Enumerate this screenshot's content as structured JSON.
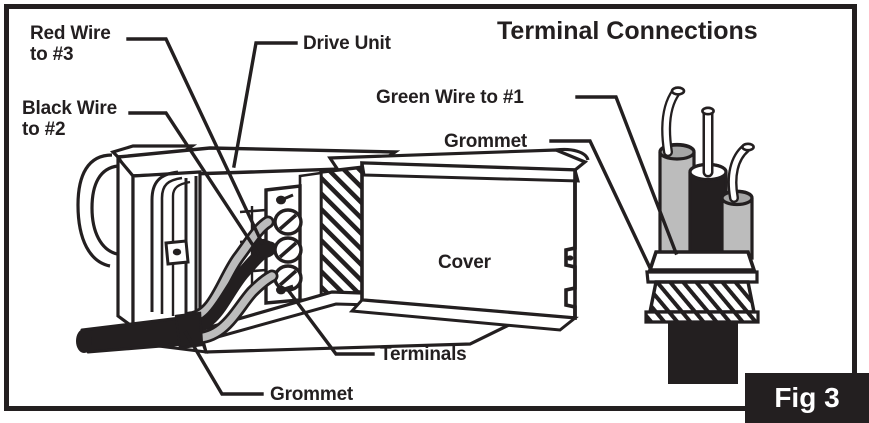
{
  "figure": {
    "title": "Terminal Connections",
    "fig_number": "Fig 3",
    "border_color": "#231f20",
    "background_color": "#ffffff",
    "wire_gray": "#bcbcbc",
    "wire_black": "#231f20"
  },
  "labels": {
    "red_wire": "Red Wire\nto #3",
    "black_wire": "Black Wire\nto #2",
    "drive_unit": "Drive Unit",
    "green_wire": "Green Wire to #1",
    "grommet_right": "Grommet",
    "cover": "Cover",
    "terminals": "Terminals",
    "grommet_bottom": "Grommet"
  },
  "callouts": [
    {
      "name": "red-wire-to-3",
      "text": "Red Wire to #3",
      "target": "terminal-3"
    },
    {
      "name": "black-wire-to-2",
      "text": "Black Wire to #2",
      "target": "terminal-2"
    },
    {
      "name": "drive-unit",
      "text": "Drive Unit",
      "target": "drive-unit-housing"
    },
    {
      "name": "green-wire-to-1",
      "text": "Green Wire to #1",
      "target": "terminal-1"
    },
    {
      "name": "grommet-right",
      "text": "Grommet",
      "target": "cable-grommet"
    },
    {
      "name": "cover",
      "text": "Cover",
      "target": "cover-panel"
    },
    {
      "name": "terminals",
      "text": "Terminals",
      "target": "terminal-block"
    },
    {
      "name": "grommet-bottom",
      "text": "Grommet",
      "target": "housing-grommet"
    }
  ],
  "terminals": {
    "count": 3,
    "assignments": [
      {
        "number": "#1",
        "wire": "Green"
      },
      {
        "number": "#2",
        "wire": "Black"
      },
      {
        "number": "#3",
        "wire": "Red"
      }
    ]
  },
  "cable": {
    "conductor_count": 3,
    "conductors": [
      "gray",
      "black",
      "gray"
    ]
  }
}
